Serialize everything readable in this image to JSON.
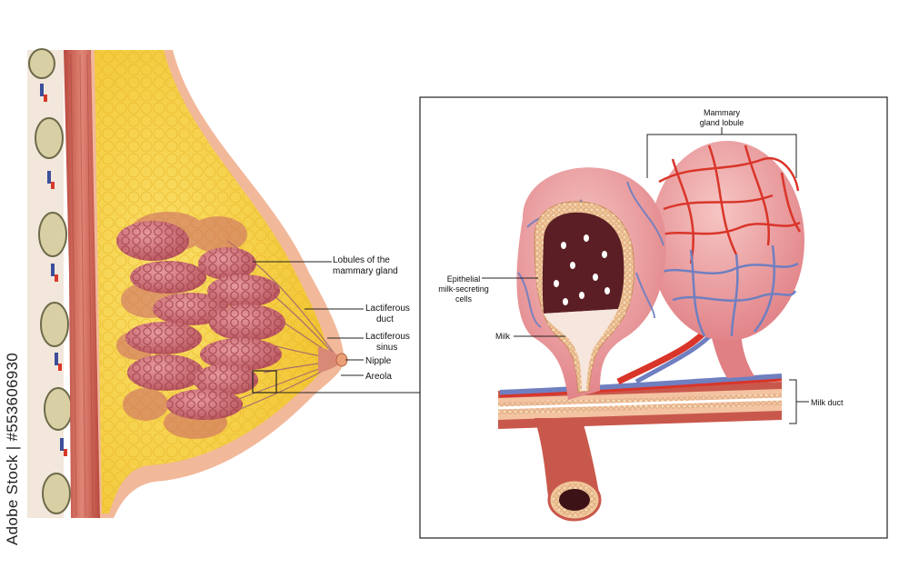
{
  "labels": {
    "lobules_l1": "Lobules of the",
    "lobules_l2": "mammary gland",
    "lact_duct_l1": "Lactiferous",
    "lact_duct_l2": "duct",
    "lact_sinus_l1": "Lactiferous",
    "lact_sinus_l2": "sinus",
    "nipple": "Nipple",
    "areola": "Areola",
    "mammary_lobule_l1": "Mammary",
    "mammary_lobule_l2": "gland lobule",
    "epithelial_l1": "Epithelial",
    "epithelial_l2": "milk-secreting",
    "epithelial_l3": "cells",
    "milk": "Milk",
    "milk_duct": "Milk duct"
  },
  "watermark": "Adobe Stock | #553606930",
  "colors": {
    "muscle": "#c9584c",
    "fat": "#f6cf3a",
    "skin": "#f2b89a",
    "lobule": "#c9646a",
    "vein": "#6f7fc0",
    "artery": "#d9352a",
    "epithelium": "#f0c79a"
  }
}
